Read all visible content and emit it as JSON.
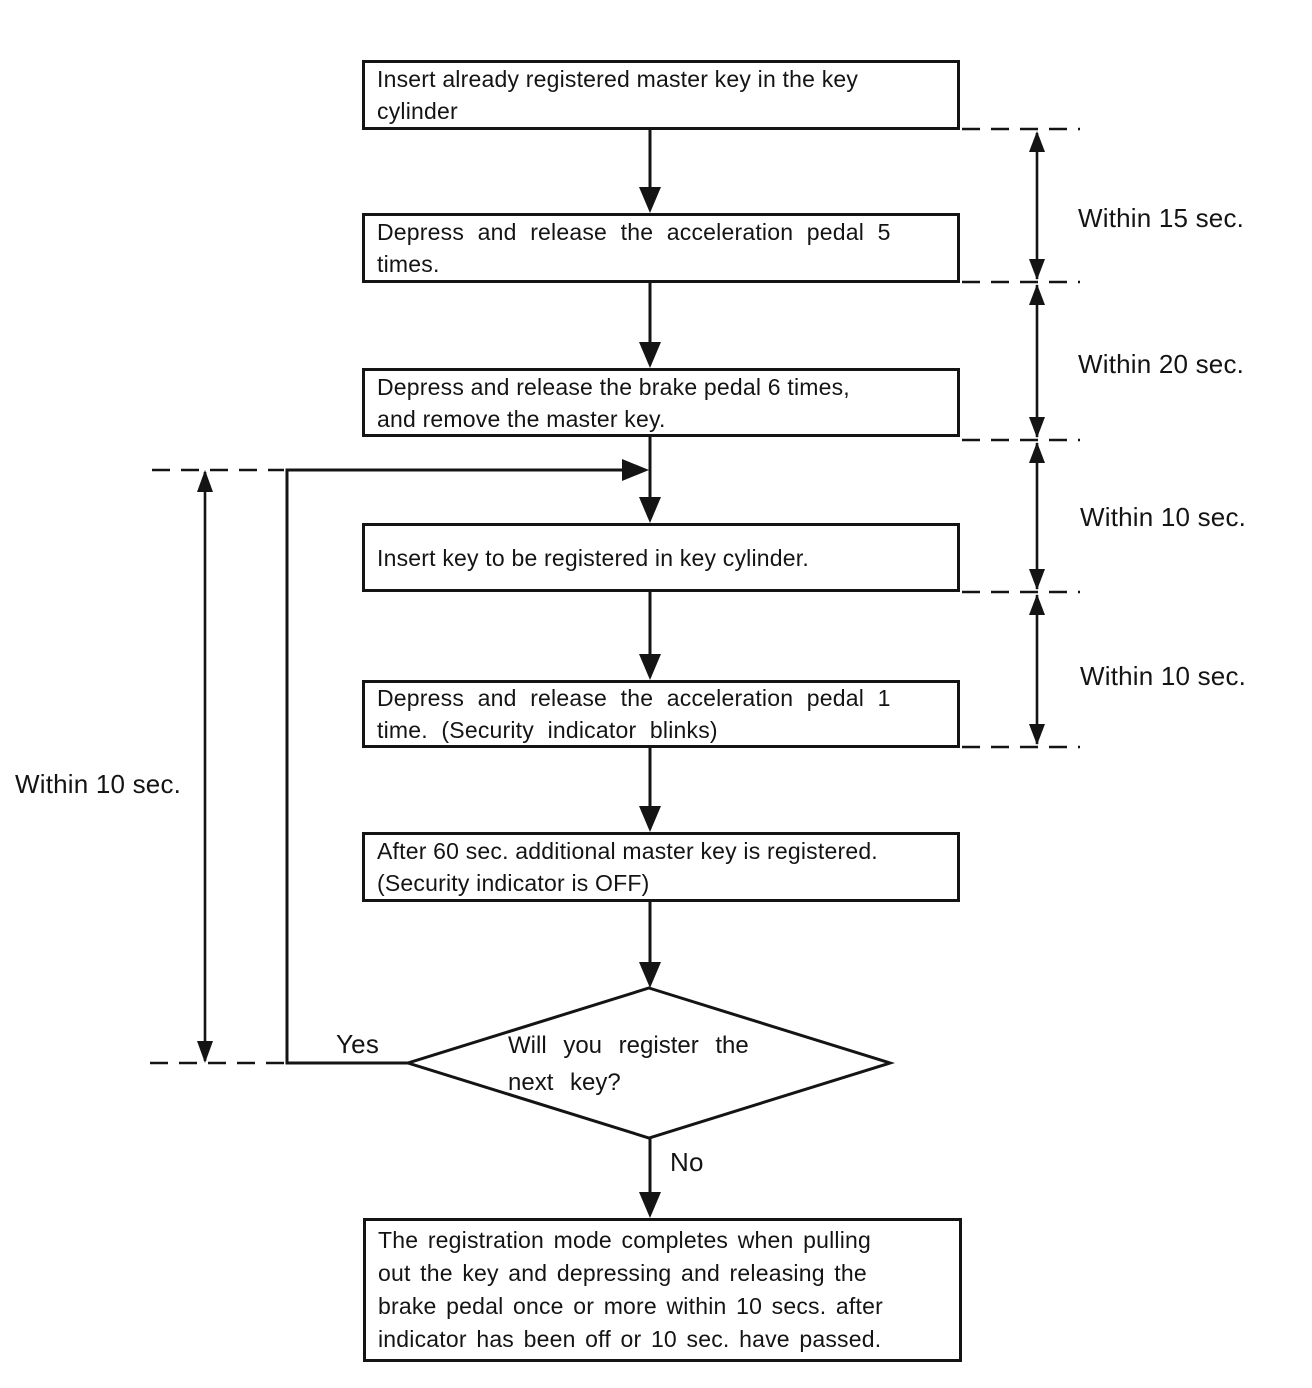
{
  "page": {
    "background_color": "#ffffff",
    "ink_color": "#141414"
  },
  "flowchart": {
    "steps": [
      {
        "text": "Insert already registered master key in the key\ncylinder"
      },
      {
        "text": "Depress and release the acceleration pedal 5\ntimes."
      },
      {
        "text": "Depress and release the brake pedal 6 times,\nand remove the master key."
      },
      {
        "text": "Insert key to be registered in key cylinder."
      },
      {
        "text": "Depress and release the acceleration pedal 1\ntime. (Security indicator blinks)"
      },
      {
        "text": "After 60 sec. additional master key is registered.\n(Security indicator is OFF)"
      },
      {
        "text": "The registration mode completes when pulling\nout the key and depressing and releasing the\nbrake pedal once or more within 10 secs. after\nindicator has been off or 10 sec. have passed."
      }
    ],
    "decision": {
      "text": "Will you register the\nnext key?"
    },
    "branch_labels": {
      "yes": "Yes",
      "no": "No"
    },
    "timing": {
      "right": [
        "Within 15 sec.",
        "Within 20 sec.",
        "Within 10 sec.",
        "Within 10 sec."
      ],
      "left": "Within 10 sec."
    }
  }
}
